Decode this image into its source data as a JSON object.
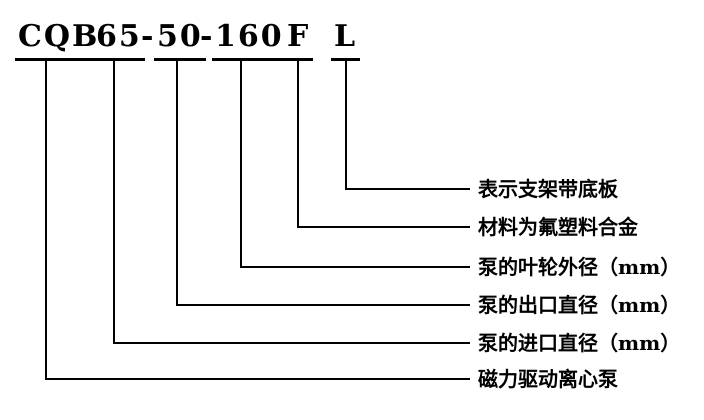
{
  "model": {
    "code": "CQB",
    "inlet": "65",
    "outlet": "50",
    "impeller": "160",
    "material": "F",
    "bracket": "L",
    "separator": "-"
  },
  "annotations": [
    {
      "segment": "L",
      "label": "表示支架带底板"
    },
    {
      "segment": "F",
      "label": "材料为氟塑料合金"
    },
    {
      "segment": "160",
      "label": "泵的叶轮外径（mm）"
    },
    {
      "segment": "50",
      "label": "泵的出口直径（mm）"
    },
    {
      "segment": "65",
      "label": "泵的进口直径（mm）"
    },
    {
      "segment": "CQB",
      "label": "磁力驱动离心泵"
    }
  ]
}
